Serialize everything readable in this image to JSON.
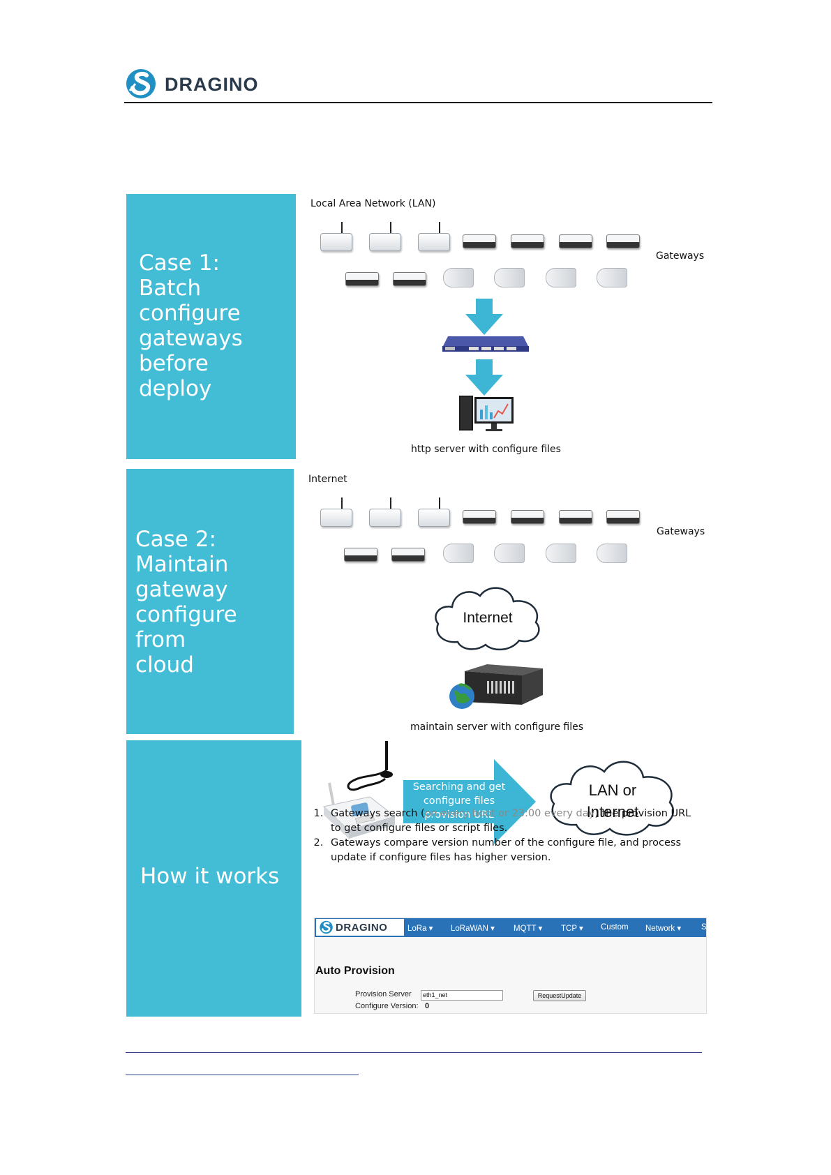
{
  "header": {
    "logo_text": "DRAGINO"
  },
  "case1": {
    "title": "Case 1:\nBatch\nconfigure\ngateways\nbefore\ndeploy",
    "network_label": "Local Area Network (LAN)",
    "gateways_label": "Gateways",
    "server_label": "http server with configure files"
  },
  "case2": {
    "title": "Case 2:\nMaintain\ngateway\nconfigure\nfrom\ncloud",
    "network_label": "Internet",
    "gateways_label": "Gateways",
    "cloud_label": "Internet",
    "server_label": "maintain server with configure files"
  },
  "how": {
    "title": "How it works",
    "arrow_text": "Searching and get\nconfigure files\nprovision URL",
    "cloud_text": "LAN or\nInternet",
    "step1_a": "Gateways search (",
    "step1_grey": "on every boot or 23:00 every day",
    "step1_b": ") the provision URL to get configure files or script files.",
    "step2": "Gateways compare version number of the configure file, and process update if configure files has higher version."
  },
  "ui_screenshot": {
    "logo_text": "DRAGINO",
    "nav": [
      "LoRa ▾",
      "LoRaWAN ▾",
      "MQTT ▾",
      "TCP ▾",
      "Custom",
      "Network ▾",
      "S"
    ],
    "heading": "Auto Provision",
    "provision_server_label": "Provision Server",
    "provision_server_value": "eth1_net",
    "request_update_label": "RequestUpdate",
    "configure_version_label": "Configure Version:",
    "configure_version_value": "0"
  },
  "colors": {
    "panel": "#43bcd6",
    "arrow": "#3db5d4",
    "nav": "#2a72b8"
  }
}
